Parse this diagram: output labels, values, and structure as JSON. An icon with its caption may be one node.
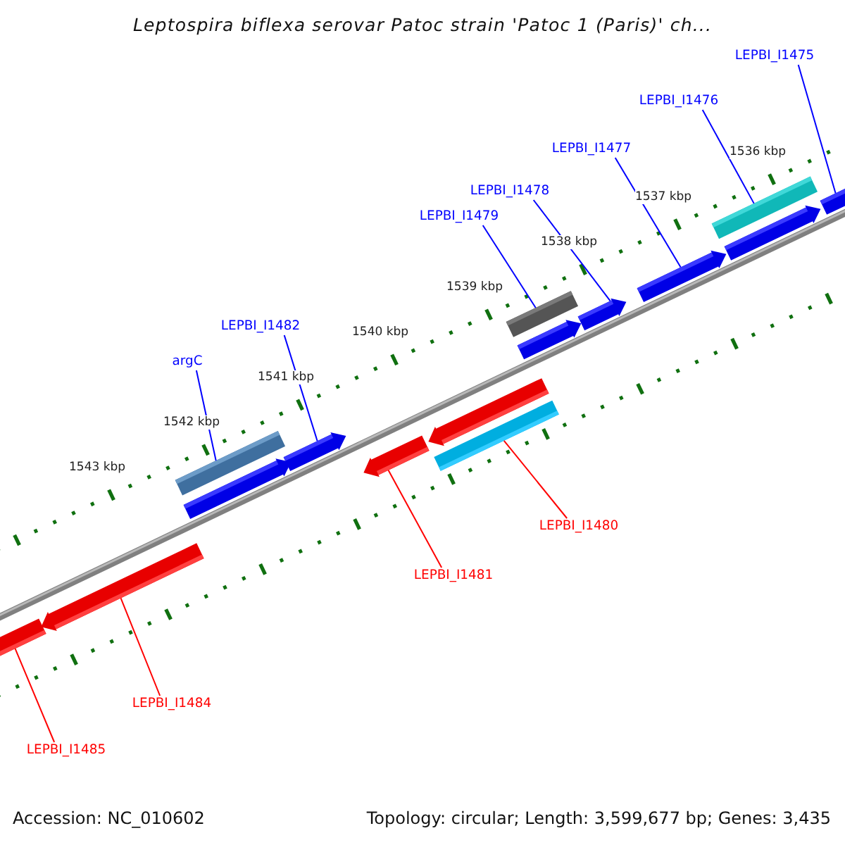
{
  "diagram": {
    "title": "Leptospira biflexa serovar Patoc strain 'Patoc 1 (Paris)' ch...",
    "nodes": [
      {
        "text": [
          "LEPBI_I1475"
        ]
      },
      {
        "text": [
          "LEPBI_I1476"
        ]
      },
      {
        "text": [
          "LEPBI_I1477"
        ]
      },
      {
        "text": [
          "LEPBI_I1478"
        ]
      },
      {
        "text": [
          "LEPBI_I1479"
        ]
      },
      {
        "text": [
          "LEPBI_I1482"
        ]
      },
      {
        "text": [
          "argC"
        ]
      },
      {
        "text": [
          "LEPBI_I1480"
        ]
      },
      {
        "text": [
          "LEPBI_I1481"
        ]
      },
      {
        "text": [
          "LEPBI_I1484"
        ]
      },
      {
        "text": [
          "LEPBI_I1485"
        ]
      },
      {
        "text": [],
        "shape": "pentagon"
      },
      {
        "text": [],
        "shape": "pentagon"
      },
      {
        "text": [],
        "shape": "pentagon"
      },
      {
        "text": [],
        "shape": "bar"
      },
      {
        "text": [],
        "shape": "pentagon"
      },
      {
        "text": [],
        "shape": "pentagon"
      },
      {
        "text": [],
        "shape": "pentagon"
      },
      {
        "text": [],
        "shape": "bar"
      },
      {
        "text": [],
        "shape": "pentagon"
      },
      {
        "text": [],
        "shape": "bar"
      },
      {
        "text": [],
        "shape": "pentagon"
      },
      {
        "text": [],
        "shape": "pentagon"
      },
      {
        "text": [],
        "shape": "pentagon"
      },
      {
        "text": [],
        "shape": "bar"
      },
      {
        "text": [],
        "shape": "pentagon"
      }
    ],
    "edges": [
      {
        "from": 0,
        "to": 25,
        "arrow": "none"
      },
      {
        "from": 1,
        "to": 24,
        "arrow": "none"
      },
      {
        "from": 2,
        "to": 22,
        "arrow": "none"
      },
      {
        "from": 3,
        "to": 21,
        "arrow": "none"
      },
      {
        "from": 4,
        "to": 20,
        "arrow": "none"
      },
      {
        "from": 5,
        "to": 15,
        "arrow": "none"
      },
      {
        "from": 6,
        "to": 14,
        "arrow": "none"
      },
      {
        "from": 7,
        "to": 18,
        "arrow": "none",
        "color": "#ff0000"
      },
      {
        "from": 8,
        "to": 16,
        "arrow": "none",
        "color": "#ff0000"
      },
      {
        "from": 9,
        "to": 12,
        "arrow": "none",
        "color": "#ff0000"
      },
      {
        "from": 10,
        "to": 11,
        "arrow": "none",
        "color": "#ff0000"
      }
    ],
    "labels": [
      "1536 kbp",
      "1537 kbp",
      "1538 kbp",
      "1539 kbp",
      "1540 kbp",
      "1541 kbp",
      "1542 kbp",
      "1543 kbp",
      "Accession: NC_010602",
      "Topology: circular; Length: 3,599,677 bp; Genes: 3,435"
    ]
  }
}
